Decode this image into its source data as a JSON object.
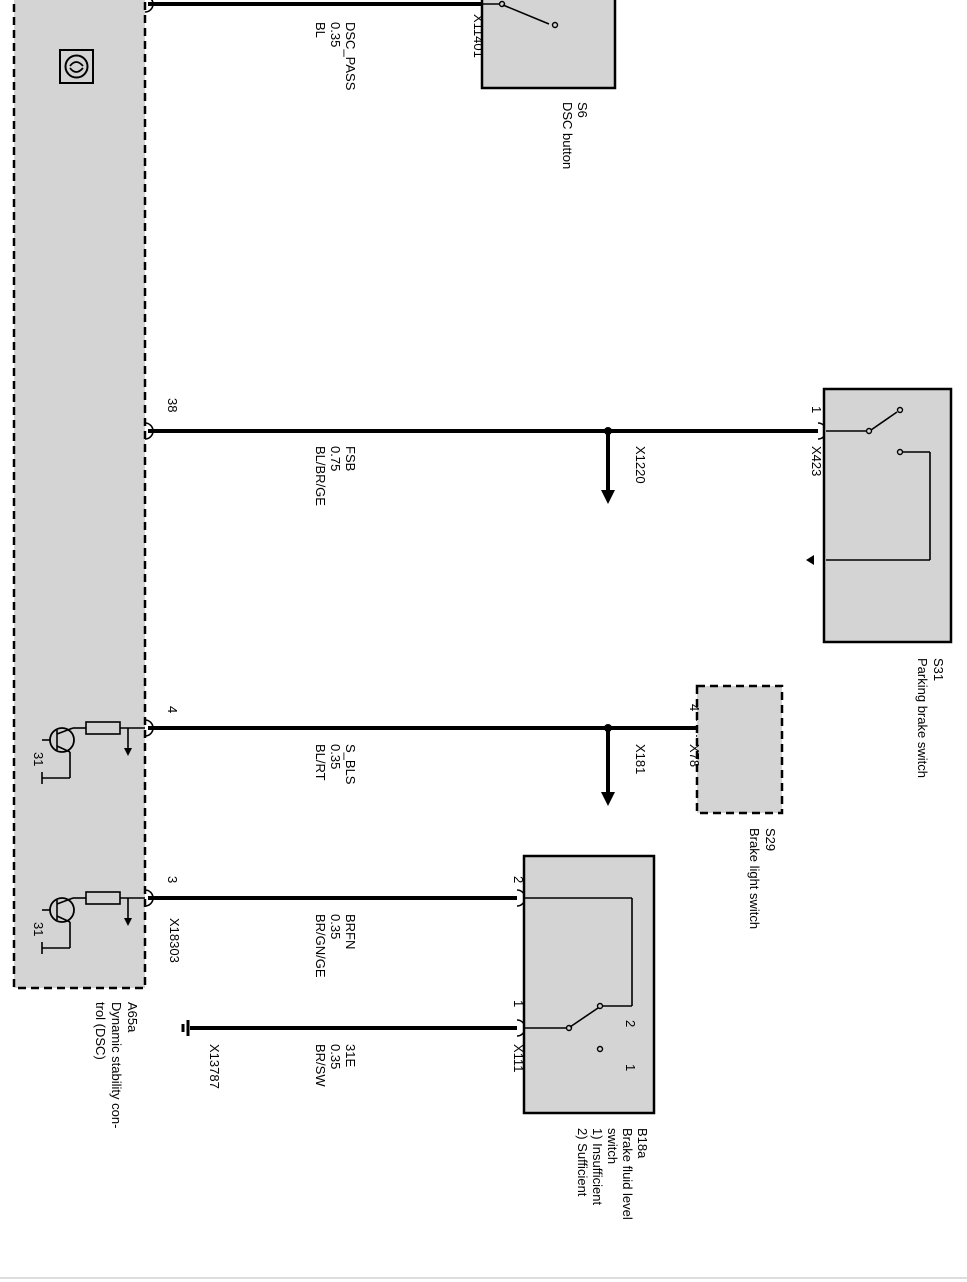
{
  "dsc_module": {
    "id": "A65a",
    "name_line1": "Dynamic stability con-",
    "name_line2": "trol (DSC)",
    "connector": "X18303",
    "ground_label_a": "31",
    "ground_label_b": "31"
  },
  "dsc_button": {
    "id": "S6",
    "name": "DSC button",
    "connector": "X11401"
  },
  "parking_brake_switch": {
    "id": "S31",
    "name": "Parking brake switch",
    "connector": "X423",
    "pin": "1"
  },
  "brake_light_switch": {
    "id": "S29",
    "name": "Brake light switch",
    "connector": "X78",
    "pin": "4"
  },
  "brake_fluid_switch": {
    "id": "B18a",
    "name_line1": "Brake fluid level",
    "name_line2": "switch",
    "state1": "1) Insufficient",
    "state2": "2) Sufficient",
    "connector": "X111",
    "pin_top": "2",
    "pin_bottom": "1",
    "contact_1": "1",
    "contact_2": "2"
  },
  "wires": [
    {
      "signal": "DSC_PASS",
      "gauge": "0.35",
      "color": "BL",
      "pin": ""
    },
    {
      "signal": "FSB",
      "gauge": "0.75",
      "color": "BL/BR/GE",
      "pin": "38",
      "splice": "X1220"
    },
    {
      "signal": "S_BLS",
      "gauge": "0.35",
      "color": "BL/RT",
      "pin": "4",
      "splice": "X181"
    },
    {
      "signal": "BRFN",
      "gauge": "0.35",
      "color": "BR/GN/GE",
      "pin": "3"
    },
    {
      "signal": "31E",
      "gauge": "0.35",
      "color": "BR/SW",
      "pin": "",
      "ground": "X13787"
    }
  ]
}
